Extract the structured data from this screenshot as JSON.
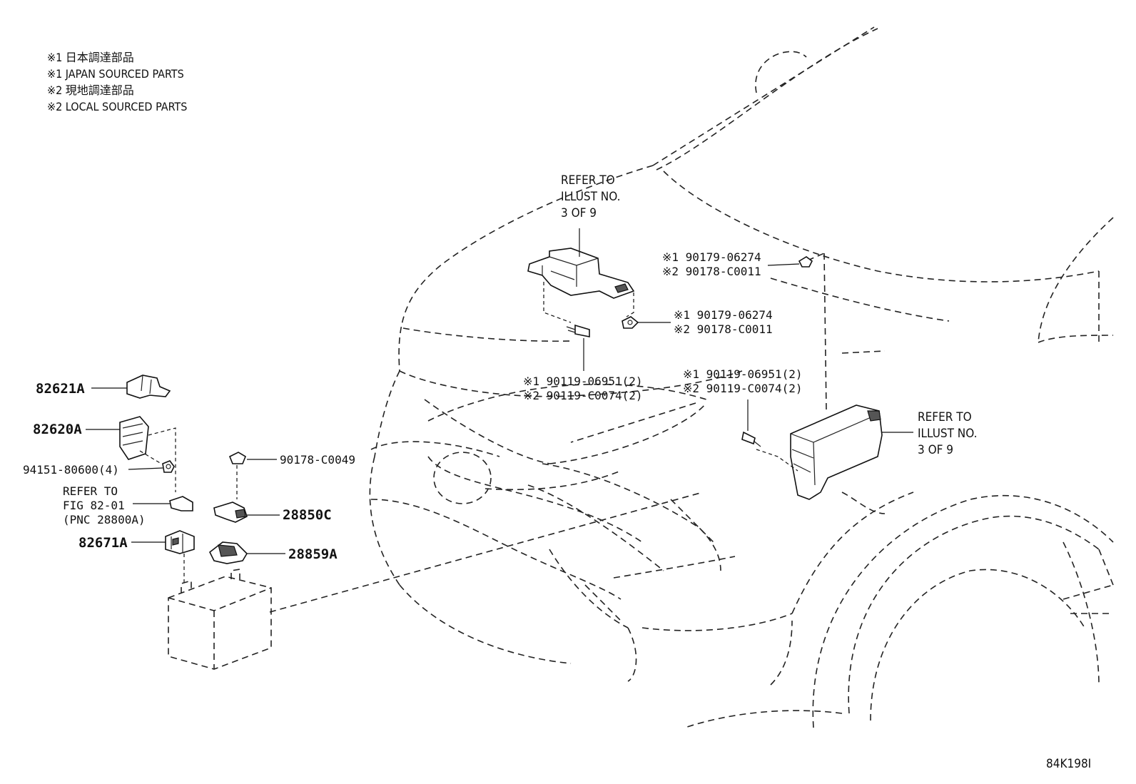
{
  "notes": [
    "※1 日本調達部品",
    "※1 JAPAN SOURCED PARTS",
    "※2 現地調達部品",
    "※2 LOCAL SOURCED PARTS"
  ],
  "refer_top": [
    "REFER TO",
    "ILLUST NO.",
    "3 OF 9"
  ],
  "refer_right": [
    "REFER TO",
    "ILLUST NO.",
    "3 OF 9"
  ],
  "refer_fig": [
    "REFER TO",
    "FIG 82-01",
    "(PNC 28800A)"
  ],
  "callouts": {
    "nut_top_right": [
      "※1 90179-06274",
      "※2 90178-C0011"
    ],
    "nut_mid": [
      "※1 90179-06274",
      "※2 90178-C0011"
    ],
    "bolt_left": [
      "※1 90119-06951(2)",
      "※2 90119-C0074(2)"
    ],
    "bolt_right": [
      "※1 90119-06951(2)",
      "※2 90119-C0074(2)"
    ]
  },
  "parts": {
    "p82621A": "82621A",
    "p82620A": "82620A",
    "p94151": "94151-80600(4)",
    "p82671A": "82671A",
    "p90178": "90178-C0049",
    "p28850C": "28850C",
    "p28859A": "28859A"
  },
  "figure_id": "84K198I"
}
